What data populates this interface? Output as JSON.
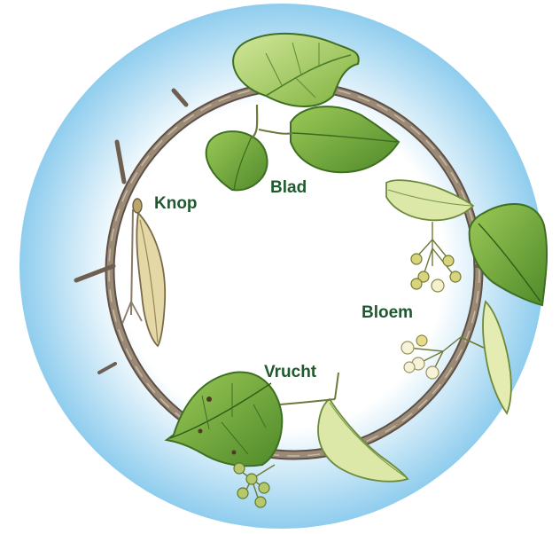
{
  "colors": {
    "background": "#ffffff",
    "disc_center": "#ffffff",
    "disc_edge": "#8fcdee",
    "branch": "#8a7a68",
    "branch_dark": "#5e5046",
    "leaf_fill": "#8fc04a",
    "leaf_light": "#c6e08a",
    "leaf_dark": "#3f6f22",
    "fruit_bract": "#dbe8a8",
    "bud": "#c9b77a",
    "label": "#1e5a2e"
  },
  "labels": {
    "leaf": "Blad",
    "bud": "Knop",
    "flower": "Bloem",
    "fruit": "Vrucht"
  }
}
